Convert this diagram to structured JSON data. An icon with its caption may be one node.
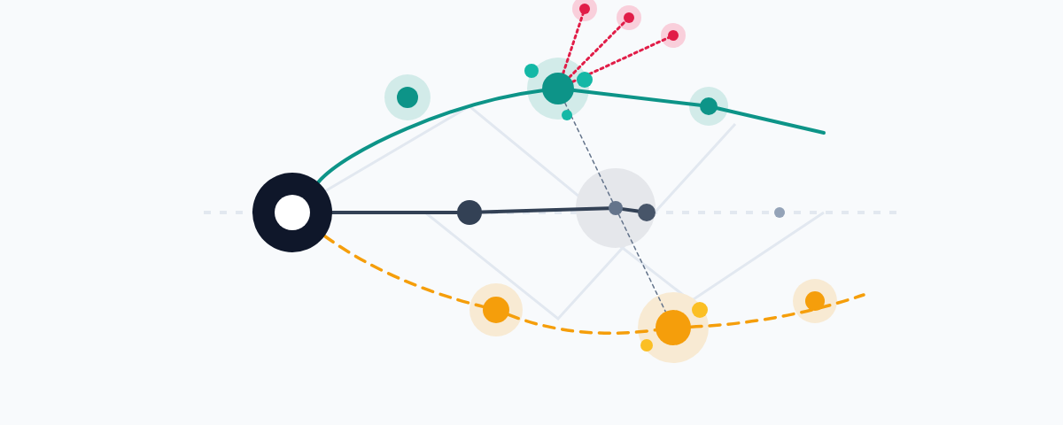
{
  "diagram": {
    "nodes": [
      {
        "text": [],
        "shape": "circle"
      },
      {
        "text": [],
        "shape": "circle"
      },
      {
        "text": [],
        "shape": "circle"
      },
      {
        "text": [],
        "shape": "circle"
      },
      {
        "text": [],
        "shape": "circle"
      },
      {
        "text": [],
        "shape": "circle"
      },
      {
        "text": [],
        "shape": "circle"
      },
      {
        "text": [],
        "shape": "circle"
      },
      {
        "text": [],
        "shape": "circle"
      },
      {
        "text": [],
        "shape": "circle"
      },
      {
        "text": [],
        "shape": "circle"
      },
      {
        "text": [],
        "shape": "circle"
      },
      {
        "text": [],
        "shape": "circle"
      },
      {
        "text": [],
        "shape": "circle"
      }
    ],
    "edges": [
      {
        "from": 0,
        "to": 2,
        "arrow": "none",
        "color": "#334155"
      },
      {
        "from": 2,
        "to": 6,
        "arrow": "none",
        "color": "#334155"
      },
      {
        "from": 6,
        "to": 8,
        "arrow": "none",
        "color": "#334155"
      },
      {
        "from": 0,
        "to": 4,
        "arrow": "none",
        "color": "#0d9488"
      },
      {
        "from": 4,
        "to": 11,
        "arrow": "none",
        "color": "#0d9488"
      },
      {
        "from": 11,
        "to": null,
        "arrow": "none",
        "color": "#0d9488"
      },
      {
        "from": 0,
        "to": 3,
        "arrow": "none",
        "style": "dashed",
        "color": "#f59e0b"
      },
      {
        "from": 3,
        "to": 10,
        "arrow": "none",
        "style": "dashed",
        "color": "#f59e0b"
      },
      {
        "from": 10,
        "to": null,
        "arrow": "none",
        "style": "dashed",
        "color": "#f59e0b"
      },
      {
        "from": 4,
        "to": 5,
        "arrow": "none",
        "style": "dashed",
        "color": "#e11d48"
      },
      {
        "from": 4,
        "to": 7,
        "arrow": "none",
        "style": "dashed",
        "color": "#e11d48"
      },
      {
        "from": 4,
        "to": 9,
        "arrow": "none",
        "style": "dashed",
        "color": "#e11d48"
      },
      {
        "from": 4,
        "to": 6,
        "arrow": "none",
        "style": "dashed",
        "color": "#64748b"
      },
      {
        "from": 6,
        "to": 10,
        "arrow": "none",
        "style": "dashed",
        "color": "#64748b"
      }
    ]
  }
}
